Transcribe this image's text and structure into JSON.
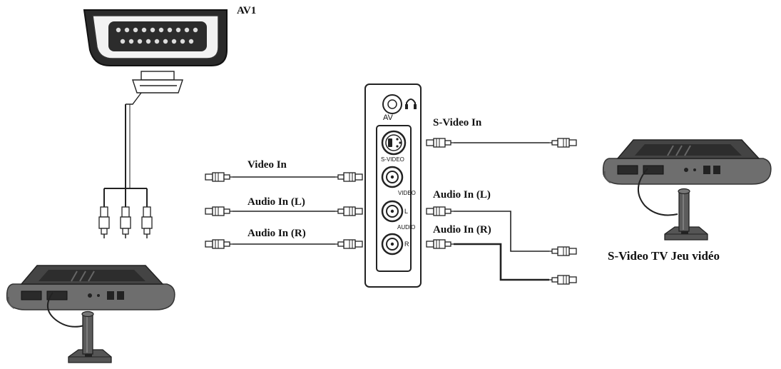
{
  "labels": {
    "av1": "AV1",
    "video_in": "Video In",
    "audio_in_l_left": "Audio In (L)",
    "audio_in_r_left": "Audio In (R)",
    "s_video_in": "S-Video In",
    "audio_in_l_right": "Audio In (L)",
    "audio_in_r_right": "Audio In (R)",
    "console_caption": "S-Video TV Jeu vidéo"
  },
  "panel": {
    "av": "AV",
    "s_video": "S-VIDEO",
    "video": "VIDEO",
    "audio": "AUDIO",
    "l": "L",
    "r": "R"
  },
  "icons": [
    "scart-connector-icon",
    "headphone-icon",
    "game-console-icon",
    "rca-plug-icon",
    "s-video-plug-icon"
  ]
}
